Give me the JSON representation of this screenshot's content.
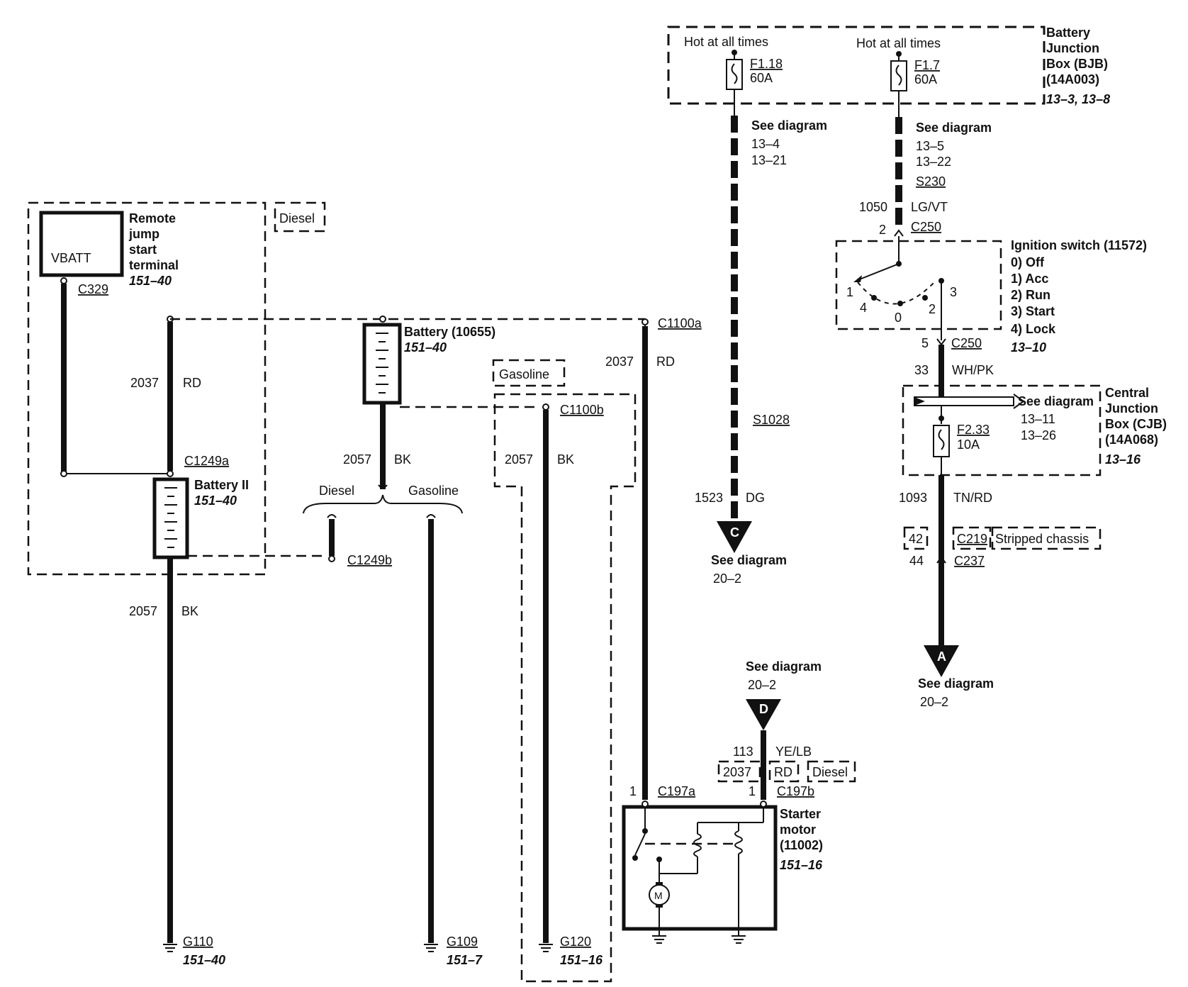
{
  "bjb": {
    "hot1": "Hot at all times",
    "hot2": "Hot at all times",
    "fuse1_id": "F1.18",
    "fuse1_amp": "60A",
    "fuse2_id": "F1.7",
    "fuse2_amp": "60A",
    "title1": "Battery",
    "title2": "Junction",
    "title3": "Box (BJB)",
    "title4": "(14A003)",
    "ref": "13–3, 13–8"
  },
  "see1": {
    "label": "See diagram",
    "ref1": "13–4",
    "ref2": "13–21"
  },
  "see2": {
    "label": "See diagram",
    "ref1": "13–5",
    "ref2": "13–22"
  },
  "s230": "S230",
  "wire1050": {
    "circuit": "1050",
    "color": "LG/VT"
  },
  "c250_top": {
    "pin": "2",
    "id": "C250"
  },
  "ignition": {
    "title": "Ignition switch (11572)",
    "pos0": "0) Off",
    "pos1": "1) Acc",
    "pos2": "2) Run",
    "pos3": "3) Start",
    "pos4": "4) Lock",
    "ref": "13–10",
    "n1": "1",
    "n2": "2",
    "n3": "3",
    "n4": "4",
    "n0": "0"
  },
  "c250_bot": {
    "pin": "5",
    "id": "C250"
  },
  "wire33": {
    "circuit": "33",
    "color": "WH/PK"
  },
  "cjb": {
    "see": "See diagram",
    "ref1": "13–11",
    "ref2": "13–26",
    "fuse_id": "F2.33",
    "fuse_amp": "10A",
    "title1": "Central",
    "title2": "Junction",
    "title3": "Box (CJB)",
    "title4": "(14A068)",
    "ref": "13–16"
  },
  "wire1093": {
    "circuit": "1093",
    "color": "TN/RD"
  },
  "c219": {
    "pin": "42",
    "id": "C219",
    "note": "Stripped chassis"
  },
  "c237": {
    "pin": "44",
    "id": "C237"
  },
  "arrowA": {
    "letter": "A",
    "label": "See diagram",
    "ref": "20–2"
  },
  "s1028": "S1028",
  "wire1523": {
    "circuit": "1523",
    "color": "DG"
  },
  "arrowC": {
    "letter": "C",
    "label": "See diagram",
    "ref": "20–2"
  },
  "remote": {
    "vbatt": "VBATT",
    "t1": "Remote",
    "t2": "jump",
    "t3": "start",
    "t4": "terminal",
    "ref": "151–40",
    "connector": "C329"
  },
  "diesel_tag": "Diesel",
  "wire2037_left": {
    "circuit": "2037",
    "color": "RD"
  },
  "c1249a": "C1249a",
  "battery2": {
    "title": "Battery II",
    "ref": "151–40"
  },
  "wire2057_left": {
    "circuit": "2057",
    "color": "BK"
  },
  "g110": {
    "id": "G110",
    "ref": "151–40"
  },
  "battery": {
    "title": "Battery (10655)",
    "ref": "151–40"
  },
  "wire2057_mid": {
    "circuit": "2057",
    "color": "BK"
  },
  "branch": {
    "diesel": "Diesel",
    "gasoline": "Gasoline"
  },
  "c1249b": "C1249b",
  "g109": {
    "id": "G109",
    "ref": "151–7"
  },
  "gasoline_tag": "Gasoline",
  "c1100b": "C1100b",
  "wire2057_right": {
    "circuit": "2057",
    "color": "BK"
  },
  "g120": {
    "id": "G120",
    "ref": "151–16"
  },
  "c1100a": "C1100a",
  "wire2037_right": {
    "circuit": "2037",
    "color": "RD"
  },
  "arrowD": {
    "letter": "D",
    "label": "See diagram",
    "ref": "20–2"
  },
  "wire113": {
    "circuit": "113",
    "color": "YE/LB",
    "alt_circuit": "2037",
    "alt_color": "RD",
    "alt_note": "Diesel"
  },
  "c197a": {
    "pin": "1",
    "id": "C197a"
  },
  "c197b": {
    "pin": "1",
    "id": "C197b"
  },
  "starter": {
    "t1": "Starter",
    "t2": "motor",
    "t3": "(11002)",
    "ref": "151–16",
    "motor": "M"
  }
}
